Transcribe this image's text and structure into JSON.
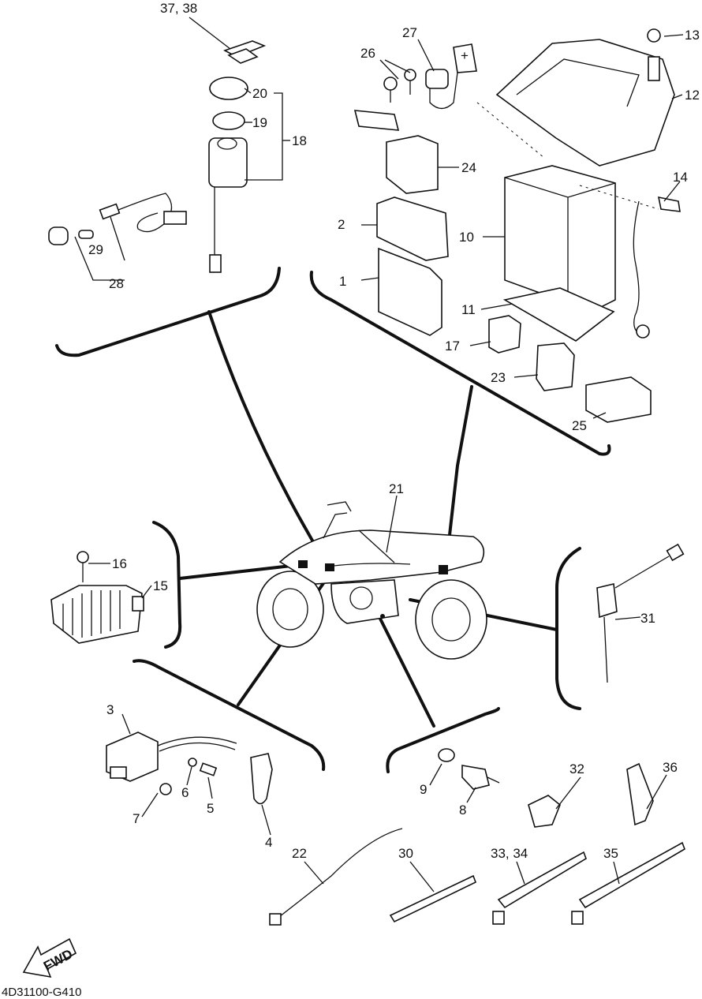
{
  "callouts": {
    "c1": "1",
    "c2": "2",
    "c3": "3",
    "c4": "4",
    "c5": "5",
    "c6": "6",
    "c7": "7",
    "c8": "8",
    "c9": "9",
    "c10": "10",
    "c11": "11",
    "c12": "12",
    "c13": "13",
    "c14": "14",
    "c15": "15",
    "c16": "16",
    "c17": "17",
    "c18": "18",
    "c19": "19",
    "c20": "20",
    "c21": "21",
    "c22": "22",
    "c23": "23",
    "c24": "24",
    "c25": "25",
    "c26": "26",
    "c27": "27",
    "c28": "28",
    "c29": "29",
    "c30": "30",
    "c31": "31",
    "c32": "32",
    "c33_34": "33, 34",
    "c35": "35",
    "c36": "36",
    "c37_38": "37, 38"
  },
  "fwd_label": "FWD",
  "diagram_code": "4D31100-G410",
  "battery_plus": "+"
}
